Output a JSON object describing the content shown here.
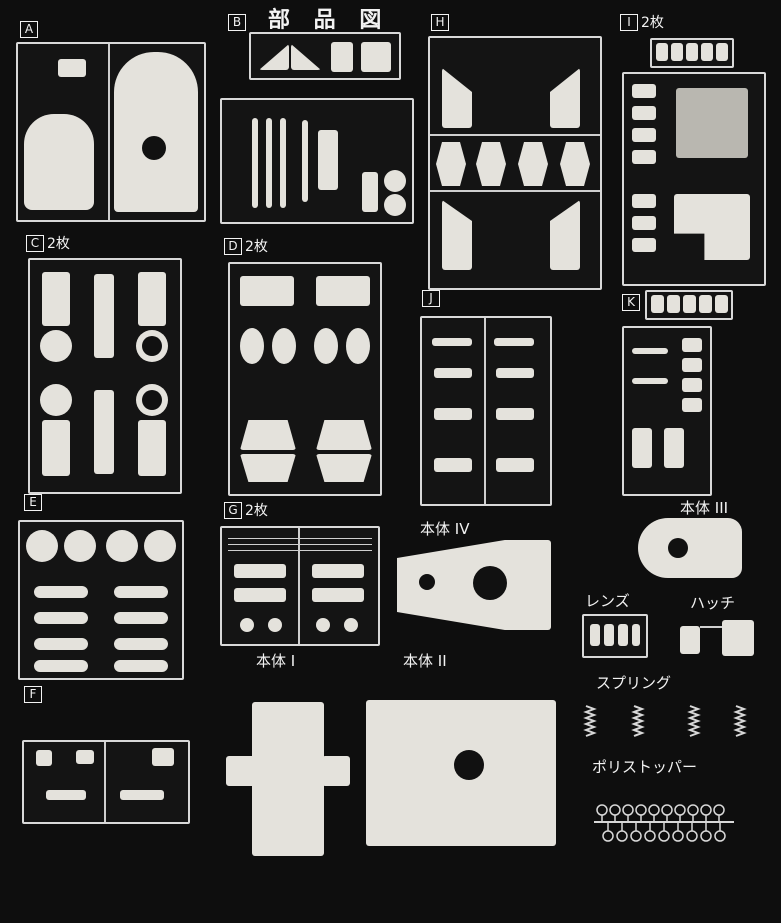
{
  "title": "部 品 図",
  "sprues": [
    {
      "letter": "A",
      "count": ""
    },
    {
      "letter": "B",
      "count": ""
    },
    {
      "letter": "H",
      "count": ""
    },
    {
      "letter": "I",
      "count": "2枚"
    },
    {
      "letter": "C",
      "count": "2枚"
    },
    {
      "letter": "D",
      "count": "2枚"
    },
    {
      "letter": "J",
      "count": ""
    },
    {
      "letter": "K",
      "count": ""
    },
    {
      "letter": "E",
      "count": ""
    },
    {
      "letter": "G",
      "count": "2枚"
    },
    {
      "letter": "F",
      "count": ""
    }
  ],
  "labels": {
    "body1": "本体 I",
    "body2": "本体 II",
    "body3": "本体 III",
    "body4": "本体 IV",
    "lens": "レンズ",
    "hatch": "ハッチ",
    "spring": "スプリング",
    "polystopper": "ポリストッパー"
  }
}
